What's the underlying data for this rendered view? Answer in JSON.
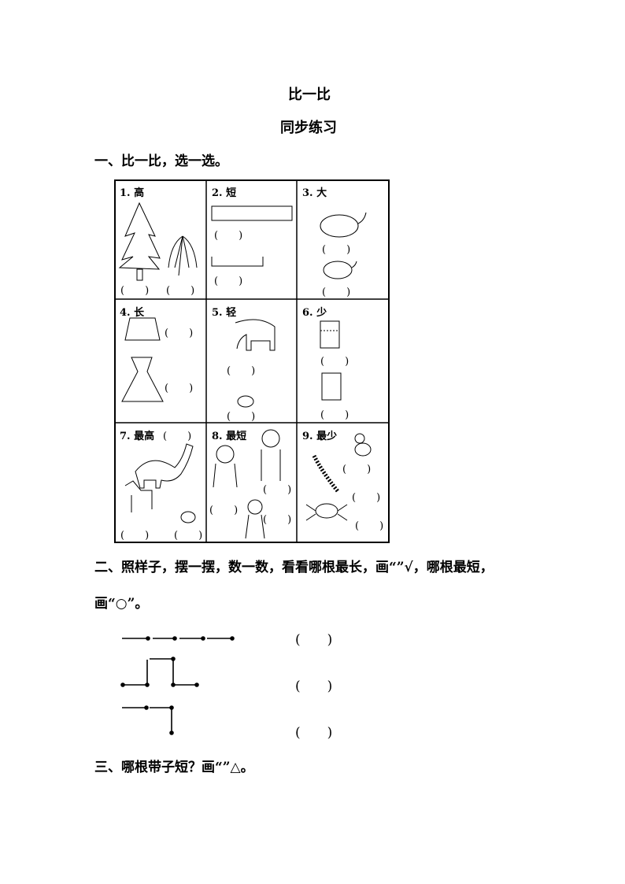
{
  "title": "比一比",
  "subtitle": "同步练习",
  "section1": {
    "heading": "一、比一比，选一选。",
    "cells": [
      "1. 高",
      "2. 短",
      "3. 大",
      "4. 长",
      "5. 轻",
      "6. 少",
      "7. 最高",
      "8. 最短",
      "9. 最少"
    ],
    "blank": "(　　)"
  },
  "section2": {
    "heading_line1": "二、照样子，摆一摆，数一数，看看哪根最长，画“”√，哪根最短，",
    "heading_line2": "画“○”。",
    "blank": "(　　)"
  },
  "section3": {
    "heading": "三、哪根带子短？画“”△。"
  }
}
